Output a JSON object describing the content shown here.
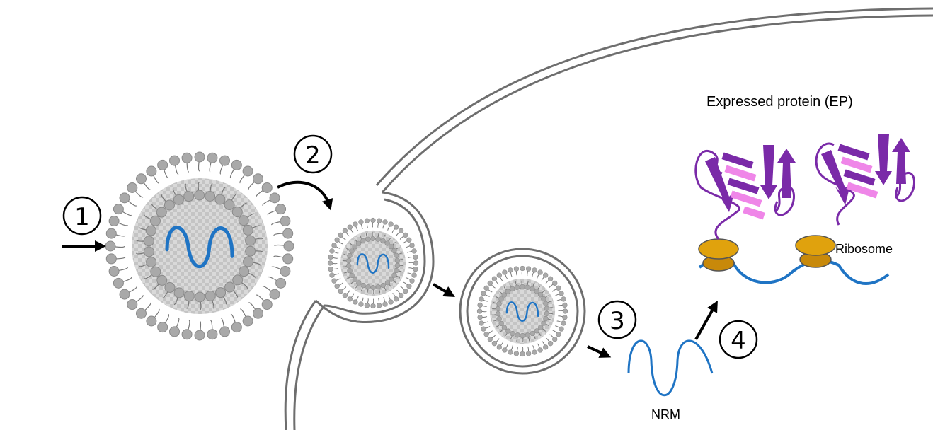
{
  "steps": [
    {
      "number": "1"
    },
    {
      "number": "2"
    },
    {
      "number": "3"
    },
    {
      "number": "4"
    }
  ],
  "labels": {
    "expressed_protein": "Expressed protein (EP)",
    "ribosome": "Ribosome",
    "nrm": "NRM"
  },
  "colors": {
    "membrane": "#6e6e6e",
    "lipid_head": "#a9a9a9",
    "core_fill": "#d2d2d2",
    "mrna": "#1f74c4",
    "protein_purple": "#7a2aa8",
    "protein_pink": "#ef86e8",
    "ribosome_gold": "#e0a20d"
  }
}
